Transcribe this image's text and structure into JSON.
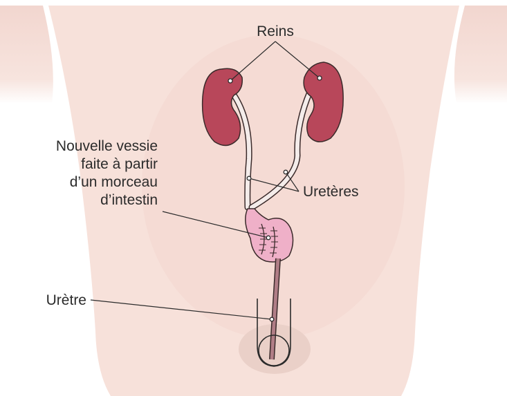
{
  "labels": {
    "kidneys": "Reins",
    "ureters": "Uretères",
    "urethra": "Urètre",
    "neobladder": [
      "Nouvelle vessie",
      "faite à partir",
      "d’un morceau",
      "d’intestin"
    ]
  },
  "colors": {
    "skin": "#f7e1da",
    "skin_shadow": "#f0d3ca",
    "kidney": "#b8475a",
    "kidney_outline": "#3a2a2a",
    "neobladder": "#efb0c8",
    "tube": "#f4ecea",
    "urethra": "#b07d86",
    "line": "#2b2b2b"
  }
}
